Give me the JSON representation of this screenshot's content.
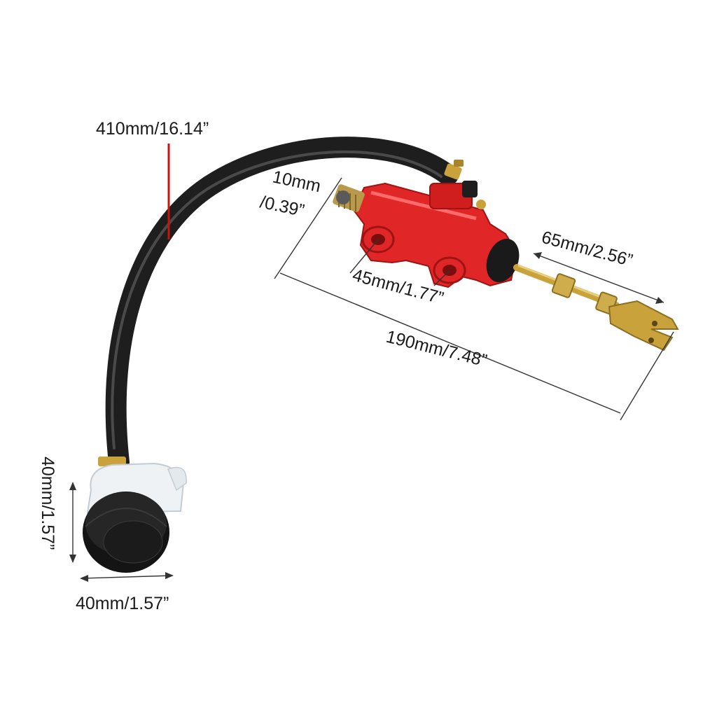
{
  "product": {
    "name": "rear-brake-master-cylinder",
    "colors": {
      "background": "#ffffff",
      "cylinder_red": "#e02626",
      "hose_black": "#1e1e1e",
      "reservoir_white": "#eef2f4",
      "cap_black": "#141414",
      "brass": "#c9a23c",
      "pointer_red": "#cc1111"
    }
  },
  "dimensions": {
    "hose_length": "410mm/16.14”",
    "port_line1": "10mm",
    "port_line2": "/0.39”",
    "mount_spacing": "45mm/1.77”",
    "push_rod": "65mm/2.56”",
    "overall_length": "190mm/7.48”",
    "reservoir_height": "40mm/1.57”",
    "reservoir_width": "40mm/1.57”"
  }
}
